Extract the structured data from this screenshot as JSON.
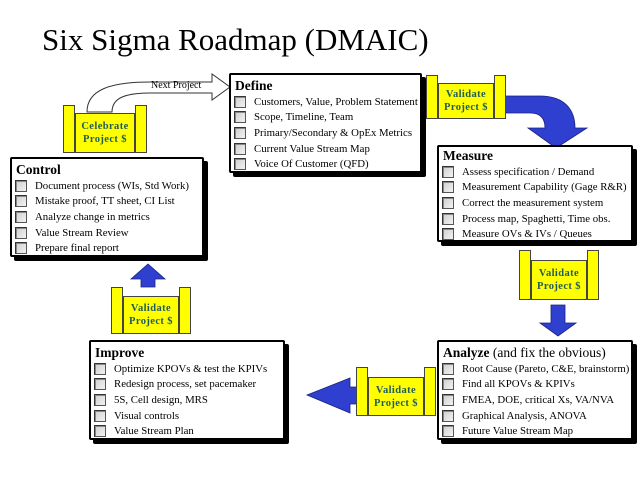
{
  "title": "Six Sigma Roadmap (DMAIC)",
  "colors": {
    "badge_fill": "#ffff00",
    "badge_text": "#1f5c5c",
    "arrow_fill": "#2f3fd0"
  },
  "next_project_label": "Next Project",
  "phases": {
    "define": {
      "heading": "Define",
      "items": [
        "Customers, Value, Problem Statement",
        "Scope, Timeline, Team",
        "Primary/Secondary  & OpEx Metrics",
        "Current Value Stream Map",
        "Voice Of Customer (QFD)"
      ]
    },
    "measure": {
      "heading": "Measure",
      "items": [
        "Assess specification / Demand",
        "Measurement Capability (Gage R&R)",
        "Correct the measurement system",
        "Process map, Spaghetti, Time obs.",
        "Measure OVs & IVs / Queues"
      ]
    },
    "analyze": {
      "heading": "Analyze",
      "heading_suffix": "(and fix the obvious)",
      "items": [
        "Root Cause (Pareto, C&E, brainstorm)",
        "Find all KPOVs & KPIVs",
        "FMEA, DOE, critical Xs, VA/NVA",
        "Graphical Analysis, ANOVA",
        "Future Value Stream Map"
      ]
    },
    "improve": {
      "heading": "Improve",
      "items": [
        "Optimize KPOVs & test the KPIVs",
        "Redesign process, set pacemaker",
        "5S, Cell design, MRS",
        "Visual controls",
        "Value Stream Plan"
      ]
    },
    "control": {
      "heading": "Control",
      "items": [
        "Document process (WIs, Std Work)",
        "Mistake proof, TT sheet, CI List",
        "Analyze change in metrics",
        "Value Stream Review",
        "Prepare final report"
      ]
    }
  },
  "badges": {
    "validate_define_measure": {
      "line1": "Validate",
      "line2": "Project $"
    },
    "validate_measure_analyze": {
      "line1": "Validate",
      "line2": "Project $"
    },
    "validate_analyze_improve": {
      "line1": "Validate",
      "line2": "Project $"
    },
    "validate_improve_control": {
      "line1": "Validate",
      "line2": "Project $"
    },
    "celebrate": {
      "line1": "Celebrate",
      "line2": "Project $"
    }
  }
}
